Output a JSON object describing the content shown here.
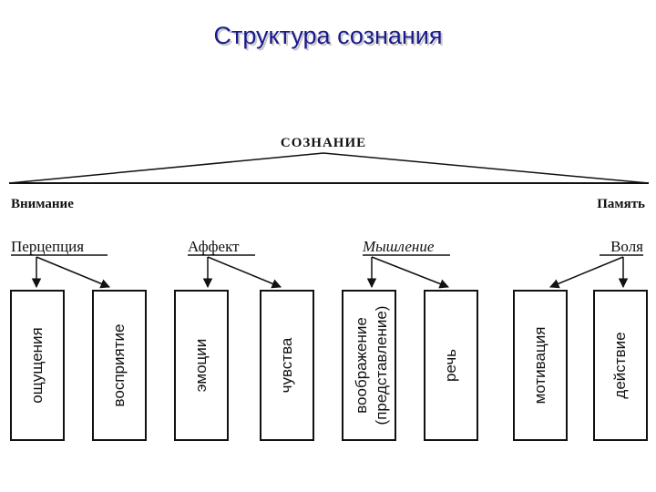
{
  "title": "Структура сознания",
  "diagram": {
    "root": "СОЗНАНИЕ",
    "left_edge": "Внимание",
    "right_edge": "Память",
    "groups": [
      {
        "label": "Перцепция",
        "style": "underline"
      },
      {
        "label": "Аффект",
        "style": "underline"
      },
      {
        "label": "Мышление",
        "style": "italic-underline"
      },
      {
        "label": "Воля",
        "style": "underline"
      }
    ],
    "boxes": [
      {
        "line1": "ощущения"
      },
      {
        "line1": "восприятие"
      },
      {
        "line1": "эмоции"
      },
      {
        "line1": "чувства"
      },
      {
        "line1": "воображение",
        "line2": "(представление)"
      },
      {
        "line1": "речь"
      },
      {
        "line1": "мотивация"
      },
      {
        "line1": "действие"
      }
    ]
  }
}
